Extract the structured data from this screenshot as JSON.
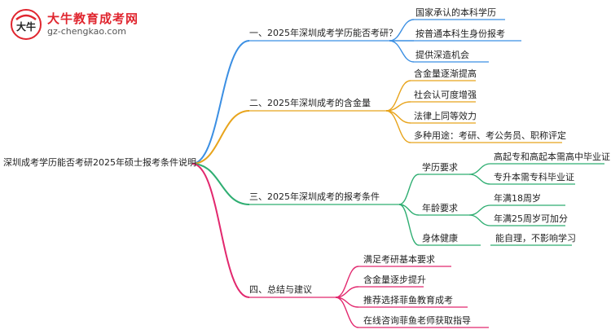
{
  "logo": {
    "name": "大牛教育成考网",
    "url": "gz-chengkao.com",
    "mark_text": "大牛"
  },
  "mindmap": {
    "root": "深圳成考学历能否考研2025年硕士报考条件说明",
    "branches": [
      {
        "label": "一、2025年深圳成考学历能否考研？",
        "color": "#3b8fe3",
        "children": [
          {
            "label": "国家承认的本科学历"
          },
          {
            "label": "按普通本科生身份报考"
          },
          {
            "label": "提供深造机会"
          }
        ]
      },
      {
        "label": "二、2025年深圳成考的含金量",
        "color": "#e8a41c",
        "children": [
          {
            "label": "含金量逐渐提高"
          },
          {
            "label": "社会认可度增强"
          },
          {
            "label": "法律上同等效力"
          },
          {
            "label": "多种用途：考研、考公务员、职称评定"
          }
        ]
      },
      {
        "label": "三、2025年深圳成考的报考条件",
        "color": "#2fae72",
        "children": [
          {
            "label": "学历要求",
            "children": [
              {
                "label": "高起专和高起本需高中毕业证"
              },
              {
                "label": "专升本需专科毕业证"
              }
            ]
          },
          {
            "label": "年龄要求",
            "children": [
              {
                "label": "年满18周岁"
              },
              {
                "label": "年满25周岁可加分"
              }
            ]
          },
          {
            "label": "身体健康",
            "children": [
              {
                "label": "能自理，不影响学习"
              }
            ]
          }
        ]
      },
      {
        "label": "四、总结与建议",
        "color": "#e2286e",
        "children": [
          {
            "label": "满足考研基本要求"
          },
          {
            "label": "含金量逐步提升"
          },
          {
            "label": "推荐选择菲鱼教育成考"
          },
          {
            "label": "在线咨询菲鱼老师获取指导"
          }
        ]
      }
    ]
  }
}
